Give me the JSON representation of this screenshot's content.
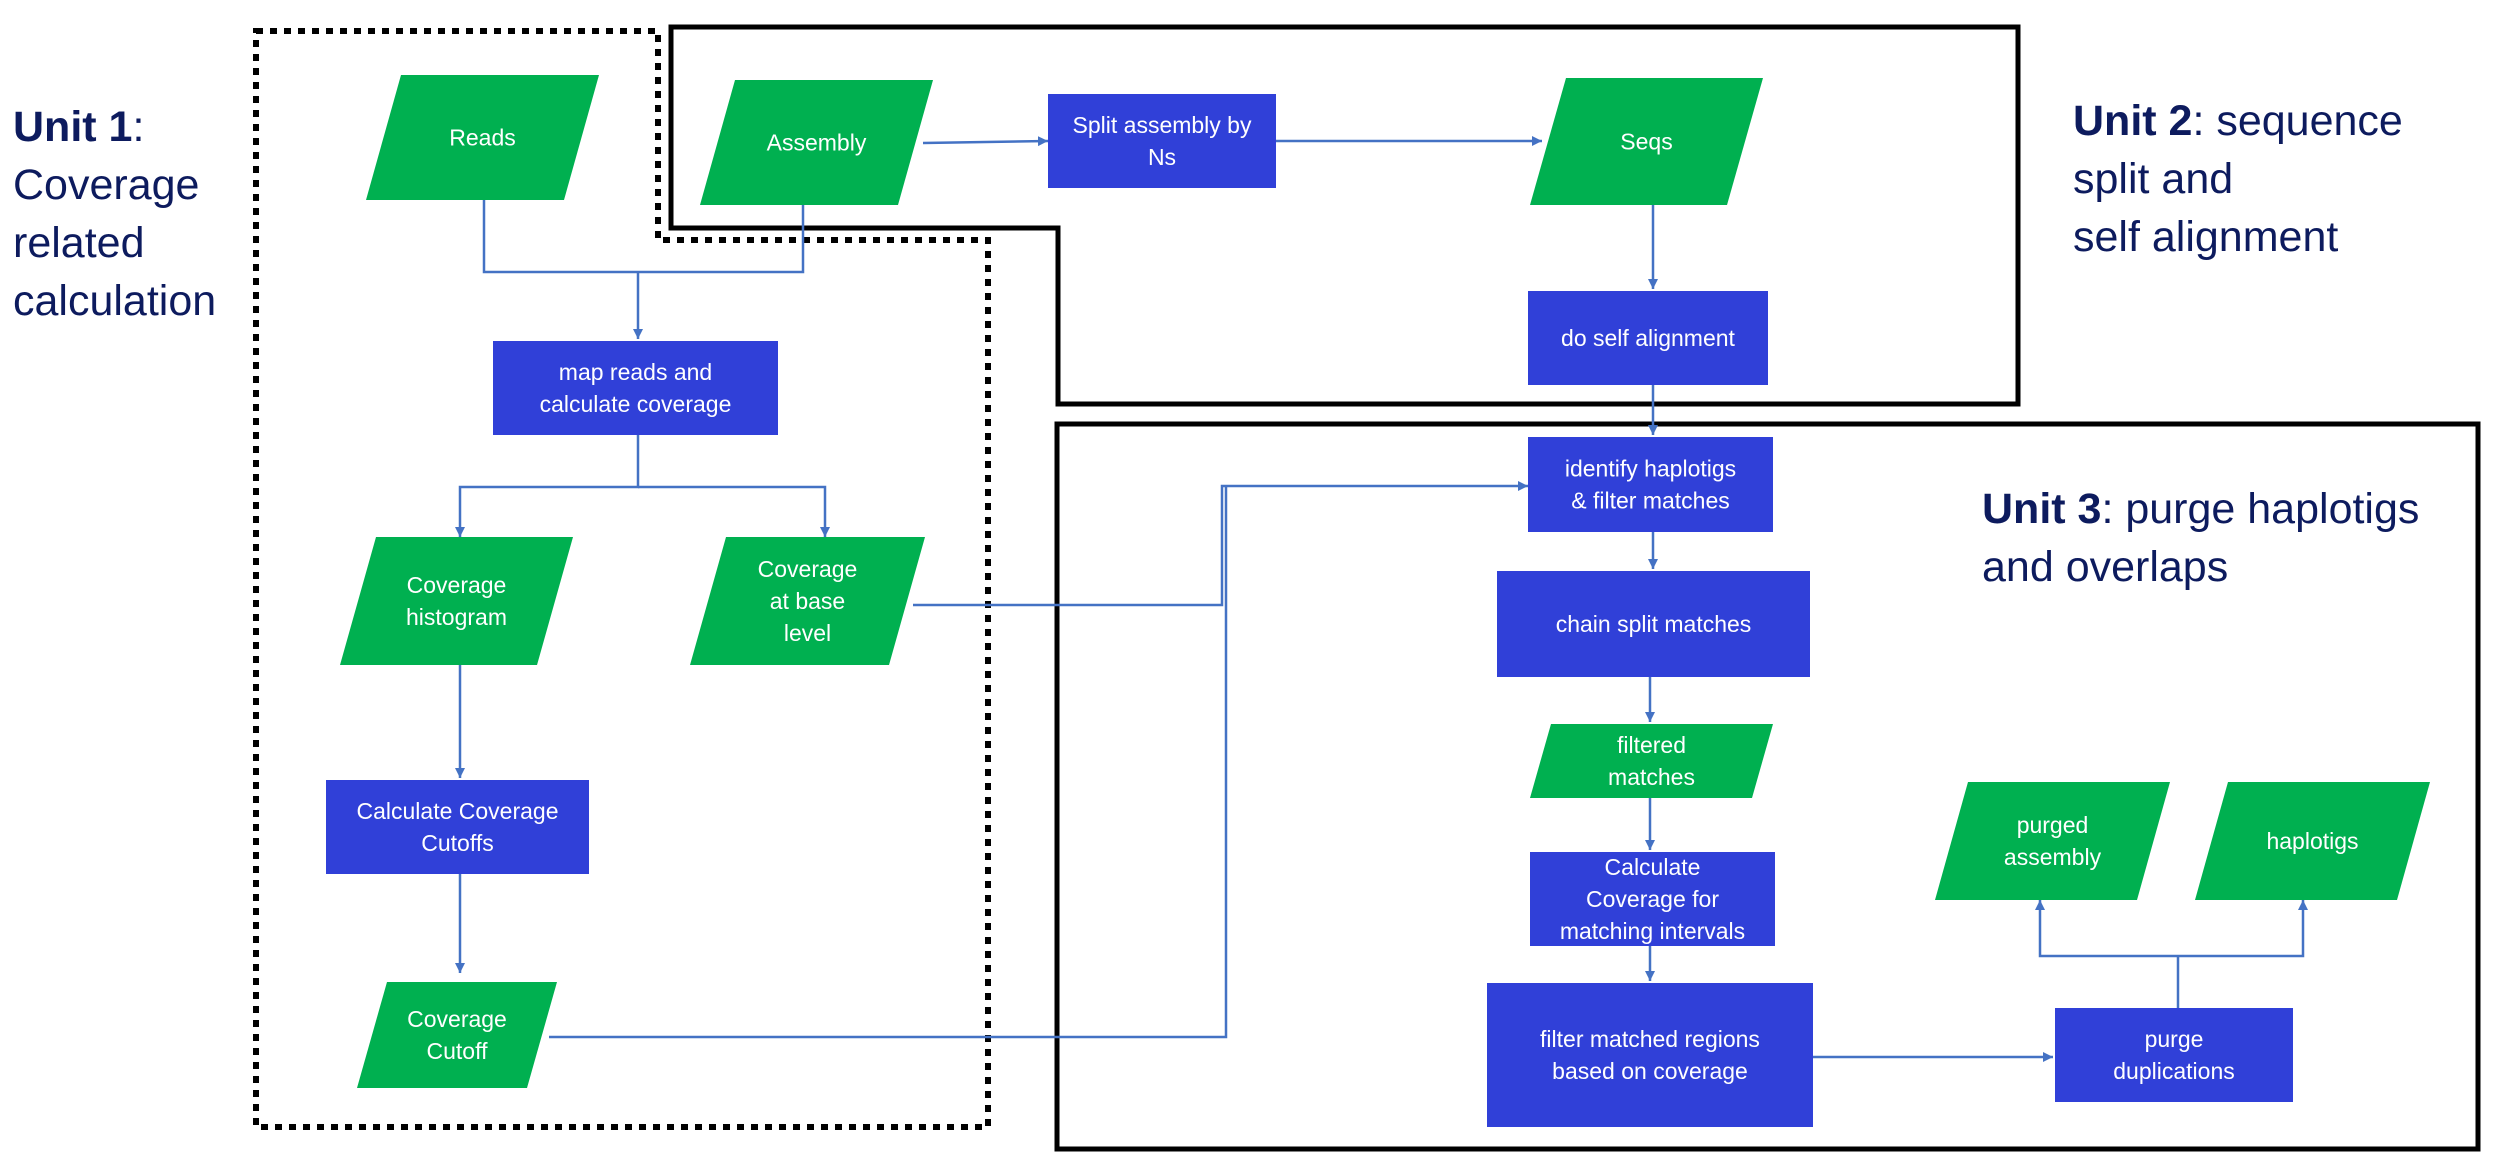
{
  "units": [
    {
      "id": "unit1",
      "name": "Unit 1",
      "desc_lines": [
        "Coverage",
        "related",
        "calculation"
      ]
    },
    {
      "id": "unit2",
      "name": "Unit 2",
      "desc_lines": [
        ": sequence",
        "split and",
        "self alignment"
      ]
    },
    {
      "id": "unit3",
      "name": "Unit 3",
      "desc_lines": [
        ": purge haplotigs",
        "and overlaps"
      ]
    }
  ],
  "colors": {
    "data_fill": "#00b050",
    "process_fill": "#3040d8",
    "arrow": "#4472c4",
    "unit_text": "#0d1b5e",
    "frame": "#000000"
  },
  "nodes": [
    {
      "id": "reads",
      "kind": "data",
      "lines": [
        "Reads"
      ]
    },
    {
      "id": "assembly",
      "kind": "data",
      "lines": [
        "Assembly"
      ]
    },
    {
      "id": "split",
      "kind": "process",
      "lines": [
        "Split assembly by",
        "Ns"
      ]
    },
    {
      "id": "seqs",
      "kind": "data",
      "lines": [
        "Seqs"
      ]
    },
    {
      "id": "selfalign",
      "kind": "process",
      "lines": [
        "do  self alignment"
      ]
    },
    {
      "id": "mapreads",
      "kind": "process",
      "lines": [
        "map reads and",
        "calculate coverage"
      ]
    },
    {
      "id": "covhist",
      "kind": "data",
      "lines": [
        "Coverage",
        "histogram"
      ]
    },
    {
      "id": "covbase",
      "kind": "data",
      "lines": [
        "Coverage",
        "at base",
        "level"
      ]
    },
    {
      "id": "calccut",
      "kind": "process",
      "lines": [
        "Calculate Coverage",
        "Cutoffs"
      ]
    },
    {
      "id": "covcut",
      "kind": "data",
      "lines": [
        "Coverage",
        "Cutoff"
      ]
    },
    {
      "id": "identify",
      "kind": "process",
      "lines": [
        "identify haplotigs",
        "& filter matches"
      ]
    },
    {
      "id": "chain",
      "kind": "process",
      "lines": [
        "chain split matches"
      ]
    },
    {
      "id": "filtered",
      "kind": "data",
      "lines": [
        "filtered",
        "matches"
      ]
    },
    {
      "id": "calcint",
      "kind": "process",
      "lines": [
        "Calculate",
        "Coverage for",
        "matching intervals"
      ]
    },
    {
      "id": "filtreg",
      "kind": "process",
      "lines": [
        "filter matched regions",
        "based on coverage"
      ]
    },
    {
      "id": "purge",
      "kind": "process",
      "lines": [
        "purge",
        "duplications"
      ]
    },
    {
      "id": "purged",
      "kind": "data",
      "lines": [
        "purged",
        "assembly"
      ]
    },
    {
      "id": "haplotigs",
      "kind": "data",
      "lines": [
        "haplotigs"
      ]
    }
  ]
}
